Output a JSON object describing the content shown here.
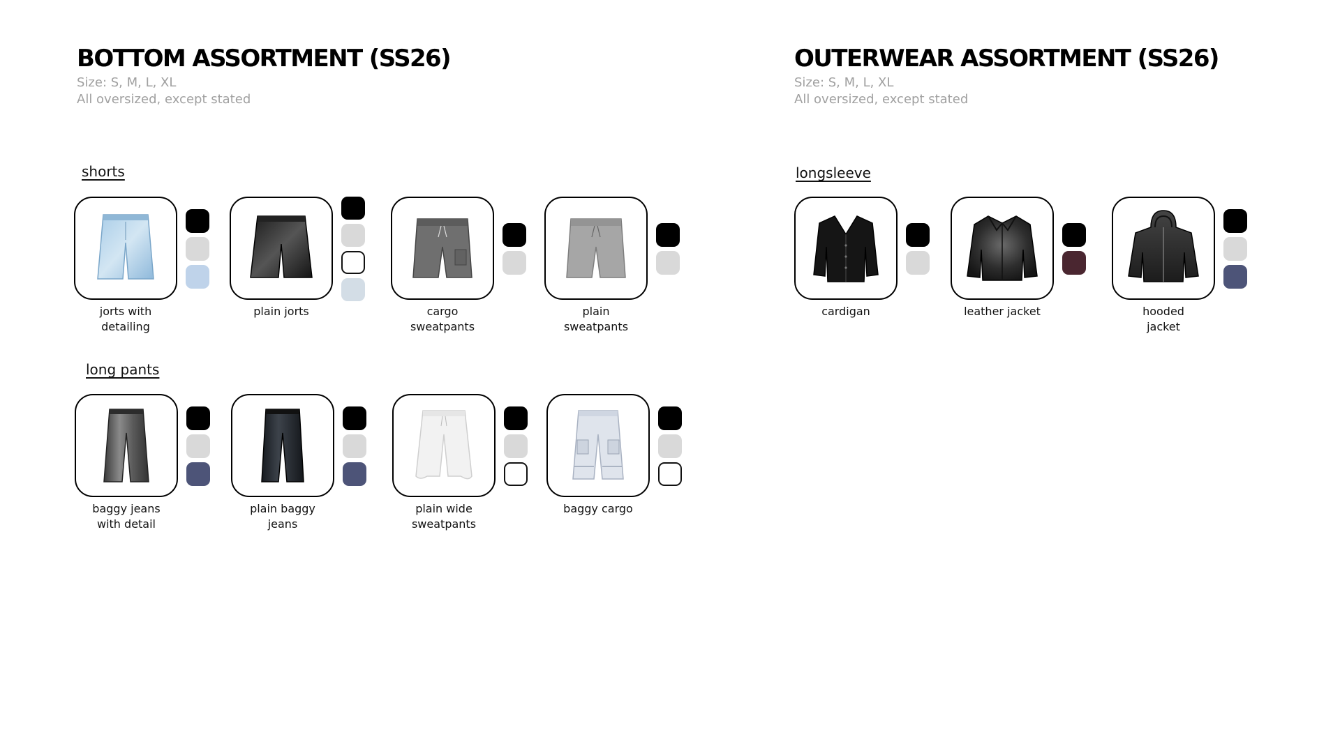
{
  "bottom": {
    "title": "BOTTOM ASSORTMENT (SS26)",
    "size": "Size: S, M, L, XL",
    "fit": "All oversized, except stated",
    "categories": [
      {
        "label": "shorts",
        "items": [
          {
            "name": "jorts with\ndetailing",
            "swatches": [
              "#000000",
              "#d9d9d9",
              "#bfd3ea"
            ]
          },
          {
            "name": "plain jorts",
            "swatches": [
              "#000000",
              "#d9d9d9",
              "#ffffff",
              "#d3dde6"
            ]
          },
          {
            "name": "cargo\nsweatpants",
            "swatches": [
              "#000000",
              "#d9d9d9"
            ]
          },
          {
            "name": "plain\nsweatpants",
            "swatches": [
              "#000000",
              "#d9d9d9"
            ]
          }
        ]
      },
      {
        "label": "long pants",
        "items": [
          {
            "name": "baggy jeans\nwith detail",
            "swatches": [
              "#000000",
              "#d9d9d9",
              "#4d5478"
            ]
          },
          {
            "name": "plain baggy\njeans",
            "swatches": [
              "#000000",
              "#d9d9d9",
              "#4d5478"
            ]
          },
          {
            "name": "plain wide\nsweatpants",
            "swatches": [
              "#000000",
              "#d9d9d9",
              "#ffffff"
            ]
          },
          {
            "name": "baggy cargo",
            "swatches": [
              "#000000",
              "#d9d9d9",
              "#ffffff"
            ]
          }
        ]
      }
    ]
  },
  "outerwear": {
    "title": "OUTERWEAR ASSORTMENT (SS26)",
    "size": "Size: S, M, L, XL",
    "fit": "All oversized, except stated",
    "categories": [
      {
        "label": "longsleeve",
        "items": [
          {
            "name": "cardigan",
            "swatches": [
              "#000000",
              "#d9d9d9"
            ]
          },
          {
            "name": "leather jacket",
            "swatches": [
              "#000000",
              "#4a2630"
            ]
          },
          {
            "name": "hooded\njacket",
            "swatches": [
              "#000000",
              "#d9d9d9",
              "#4d5478"
            ]
          }
        ]
      }
    ]
  },
  "icons": {
    "jorts": "shorts-icon",
    "sweatshorts": "sweatshorts-icon",
    "jeans": "jeans-icon",
    "sweatpants": "sweatpants-icon",
    "cargo": "cargo-pants-icon",
    "cardigan": "cardigan-icon",
    "jacket": "jacket-icon",
    "hoodie": "hoodie-icon"
  }
}
